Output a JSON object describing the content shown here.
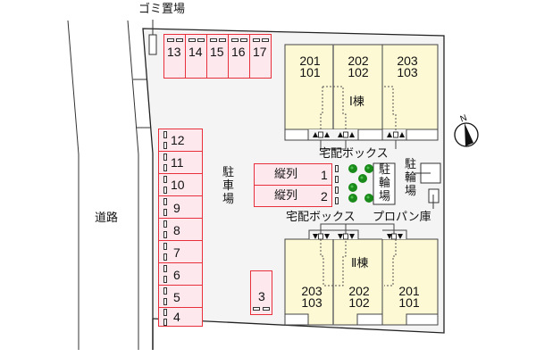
{
  "map": {
    "road_label": "道路",
    "garbage_label": "ゴミ置場",
    "parking_label": [
      "駐",
      "車",
      "場"
    ],
    "bike_label_center": [
      "駐",
      "輪",
      "場"
    ],
    "bike_label_right": [
      "駐",
      "輪",
      "場"
    ],
    "delivery_box_top": "宅配ボックス",
    "delivery_box_bottom": "宅配ボックス",
    "propane_label": "プロパン庫",
    "compass_label": "N"
  },
  "buildings": [
    {
      "name": "Ⅰ棟",
      "units": [
        {
          "upper": "201",
          "lower": "101"
        },
        {
          "upper": "202",
          "lower": "102"
        },
        {
          "upper": "203",
          "lower": "103"
        }
      ]
    },
    {
      "name": "Ⅱ棟",
      "units": [
        {
          "upper": "203",
          "lower": "103"
        },
        {
          "upper": "202",
          "lower": "102"
        },
        {
          "upper": "201",
          "lower": "101"
        }
      ]
    }
  ],
  "parking": {
    "top_row": [
      "13",
      "14",
      "15",
      "16",
      "17"
    ],
    "left_column": [
      "12",
      "11",
      "10",
      "9",
      "8",
      "7",
      "6",
      "5",
      "4"
    ],
    "single": "3",
    "tandem": [
      {
        "label": "縦列",
        "num": "1"
      },
      {
        "label": "縦列",
        "num": "2"
      }
    ]
  },
  "colors": {
    "lot": "#f4f4f4",
    "building": "#fdf9d4",
    "parking_fill": "#fde8ee",
    "parking_border": "#e8303c",
    "tree": "#1a8a1a"
  }
}
